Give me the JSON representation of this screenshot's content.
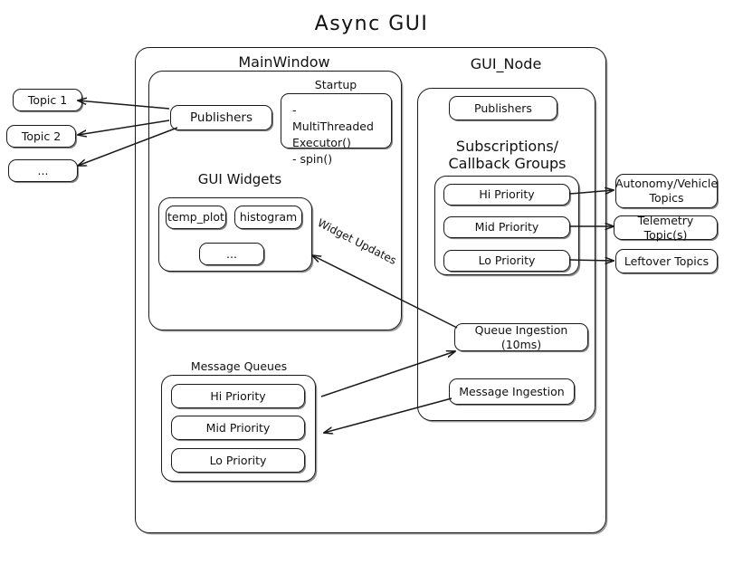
{
  "title": "Async  GUI",
  "outer_container": {
    "name": "async-gui-container"
  },
  "main_window": {
    "label": "MainWindow",
    "publishers": {
      "label": "Publishers"
    },
    "startup": {
      "label": "Startup",
      "items": "-  MultiThreaded\n   Executor()\n-  spin()"
    },
    "gui_widgets": {
      "label": "GUI Widgets",
      "widgets": [
        {
          "label": "temp_plot"
        },
        {
          "label": "histogram"
        },
        {
          "label": "..."
        }
      ]
    },
    "message_queues": {
      "label": "Message Queues",
      "queues": [
        {
          "label": "Hi Priority"
        },
        {
          "label": "Mid Priority"
        },
        {
          "label": "Lo Priority"
        }
      ]
    }
  },
  "gui_node": {
    "label": "GUI_Node",
    "publishers": {
      "label": "Publishers"
    },
    "subscriptions": {
      "label": "Subscriptions/\nCallback Groups",
      "groups": [
        {
          "label": "Hi Priority"
        },
        {
          "label": "Mid Priority"
        },
        {
          "label": "Lo Priority"
        }
      ]
    },
    "queue_ingestion": {
      "label": "Queue Ingestion (10ms)"
    },
    "message_ingestion": {
      "label": "Message Ingestion"
    }
  },
  "external_topics_left": [
    {
      "label": "Topic 1"
    },
    {
      "label": "Topic 2"
    },
    {
      "label": "..."
    }
  ],
  "external_topics_right": [
    {
      "label": "Autonomy/Vehicle\nTopics"
    },
    {
      "label": "Telemetry Topic(s)"
    },
    {
      "label": "Leftover Topics"
    }
  ],
  "edge_labels": {
    "widget_updates": "Widget Updates"
  },
  "colors": {
    "stroke": "#1a1a1a",
    "text": "#111111",
    "background": "#ffffff"
  }
}
